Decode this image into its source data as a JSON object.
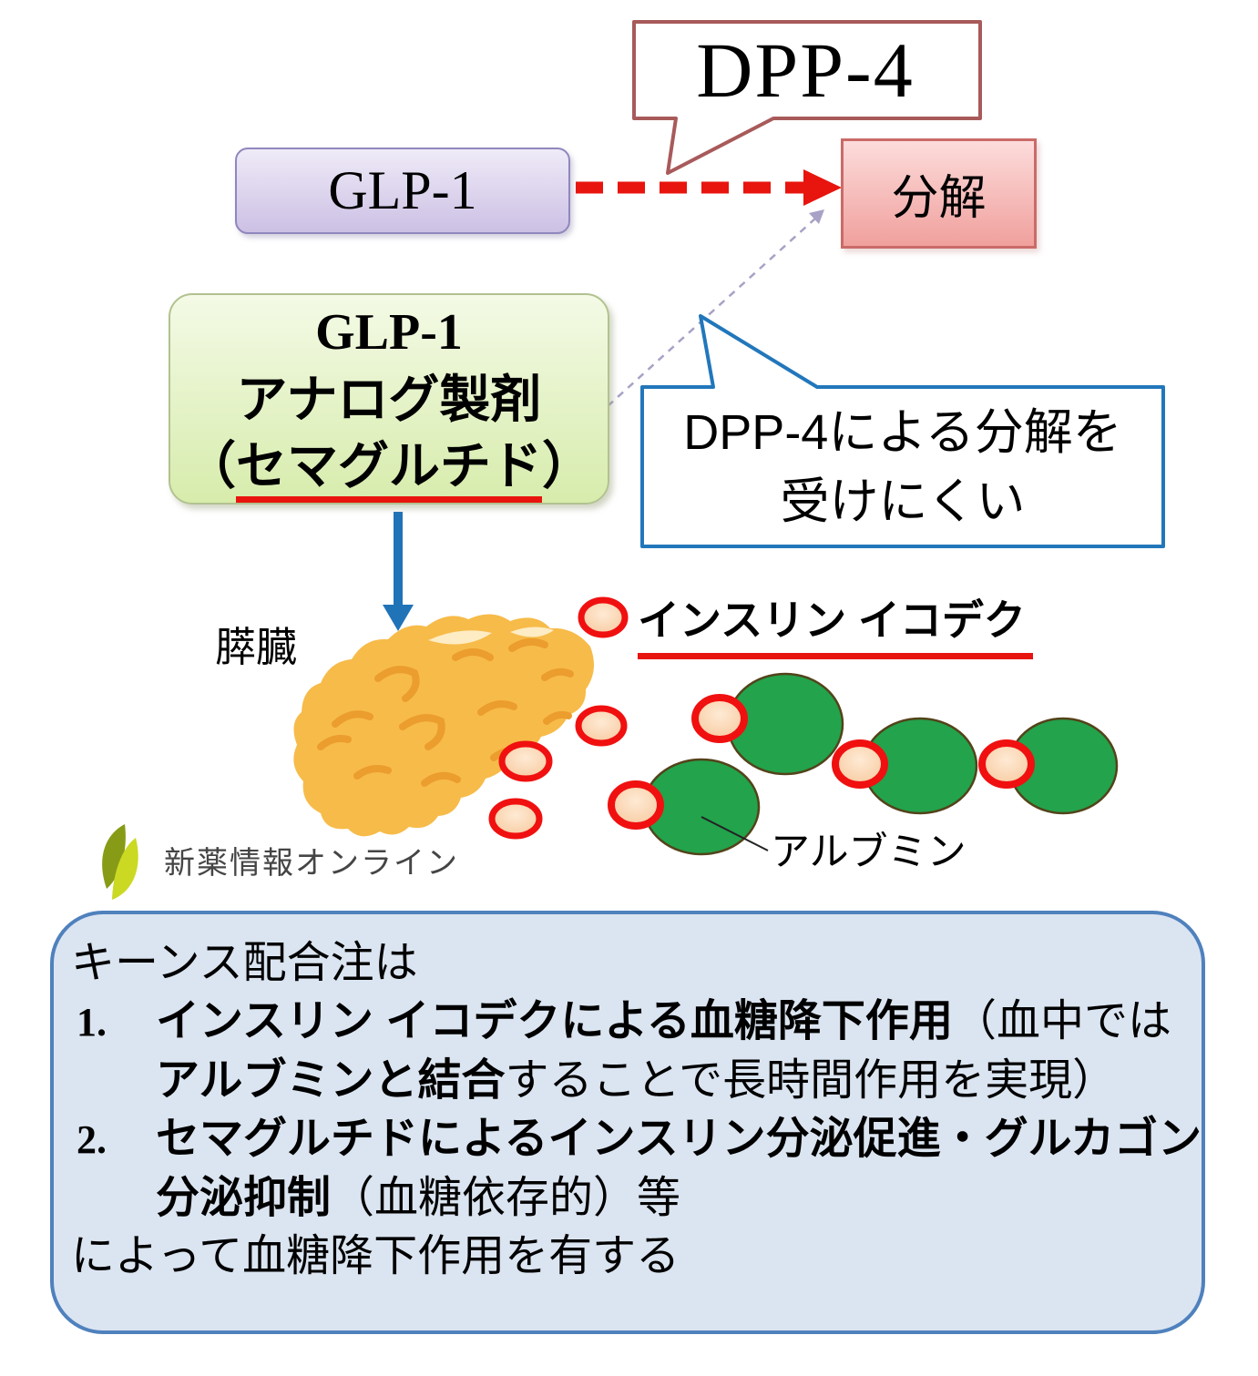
{
  "colors": {
    "red_accent": "#e8140e",
    "blue_accent": "#2277bb",
    "rose_callout_border": "#a85a5a",
    "albumin_green": "#22a34c",
    "summary_fill": "#dbe5f1",
    "summary_border": "#4f81bd",
    "pancreas_orange": "#f7bb49"
  },
  "dpp4_callout": {
    "label": "DPP-4"
  },
  "glp1_box": {
    "label": "GLP-1"
  },
  "bunkai_box": {
    "label": "分解"
  },
  "analog_box": {
    "line1": "GLP-1",
    "line2": "アナログ製剤",
    "line3_open": "（",
    "line3_drug": "セマグルチド",
    "line3_close": "）"
  },
  "resist_callout": {
    "line1": "DPP-4による分解を",
    "line2": "受けにくい"
  },
  "labels": {
    "pancreas": "膵臓",
    "insulin_icodec": "インスリン イコデク",
    "albumin": "アルブミン"
  },
  "logo": {
    "text": "新薬情報オンライン"
  },
  "summary": {
    "intro": "キーンス配合注は",
    "item1_num": "1.",
    "item1_bold": "インスリン イコデクによる血糖降下作用",
    "item1_rest": "（血中では",
    "item1_cont_bold": "アルブミンと結合",
    "item1_cont_rest": "することで長時間作用を実現）",
    "item2_num": "2.",
    "item2_bold": "セマグルチドによるインスリン分泌促進・グルカゴン",
    "item2_cont_bold": "分泌抑制",
    "item2_cont_rest": "（血糖依存的）等",
    "outro": "によって血糖降下作用を有する"
  }
}
